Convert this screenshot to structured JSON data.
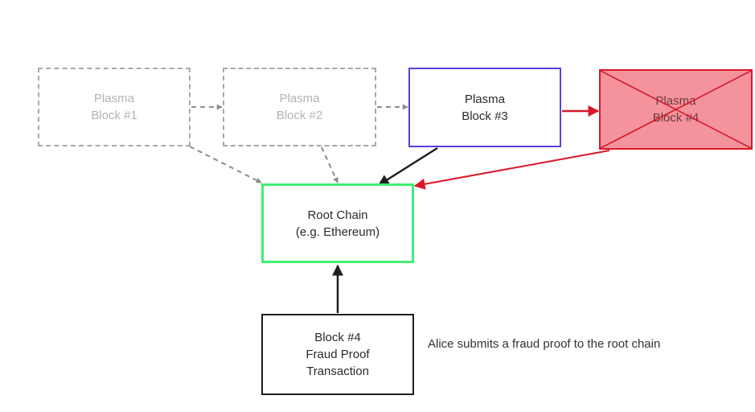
{
  "colors": {
    "inactive_border": "#a9a9a9",
    "inactive_text": "#b3b3b3",
    "block3_border": "#5a3fe0",
    "invalid_border": "#d8182a",
    "invalid_fill": "#f4939b",
    "root_border": "#3fef70",
    "black_arrow": "#1e1e1e",
    "red_arrow": "#d8182a"
  },
  "blocks": {
    "plasma1": {
      "label": "Plasma\nBlock #1"
    },
    "plasma2": {
      "label": "Plasma\nBlock #2"
    },
    "plasma3": {
      "label": "Plasma\nBlock #3"
    },
    "plasma4": {
      "label": "Plasma\nBlock #4"
    },
    "root_chain": {
      "label": "Root Chain\n(e.g. Ethereum)"
    },
    "fraud_proof": {
      "label": "Block #4\nFraud Proof\nTransaction"
    }
  },
  "caption": "Alice submits a fraud proof to the root chain"
}
